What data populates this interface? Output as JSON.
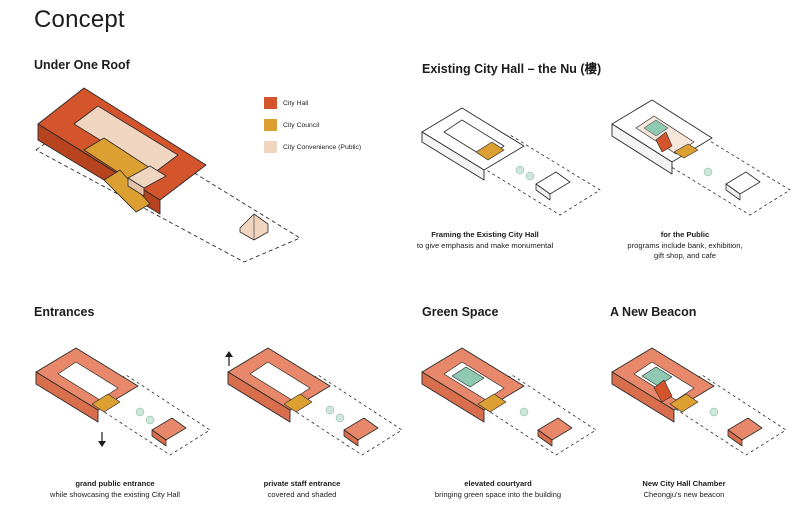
{
  "title": "Concept",
  "colors": {
    "city_hall": "#d4542c",
    "city_council": "#dca032",
    "city_convenience": "#f0d5c0",
    "roof_light": "#e8886a",
    "green": "#8fc9b3",
    "outline": "#2b2b2b"
  },
  "sections": {
    "under_one_roof": {
      "heading": "Under One Roof",
      "legend": [
        {
          "label": "City Hall",
          "color": "#d4542c"
        },
        {
          "label": "City Council",
          "color": "#dca032"
        },
        {
          "label": "City Convenience (Public)",
          "color": "#f0d5c0"
        }
      ]
    },
    "existing": {
      "heading": "Existing City Hall – the Nu (樓)",
      "framing": {
        "bold": "Framing the Existing City Hall",
        "text": "to give emphasis and make monumental"
      },
      "public": {
        "bold": "for the Public",
        "text1": "programs include bank, exhibition,",
        "text2": "gift shop, and cafe"
      }
    },
    "entrances": {
      "heading": "Entrances",
      "grand": {
        "bold": "grand public entrance",
        "text": "while showcasing the existing City Hall"
      },
      "private": {
        "bold": "private staff entrance",
        "text": "covered and shaded"
      }
    },
    "green_space": {
      "heading": "Green Space",
      "bold": "elevated courtyard",
      "text": "bringing green space into the building"
    },
    "new_beacon": {
      "heading": "A New Beacon",
      "bold": "New City Hall Chamber",
      "text": "Cheongju's new beacon"
    }
  }
}
